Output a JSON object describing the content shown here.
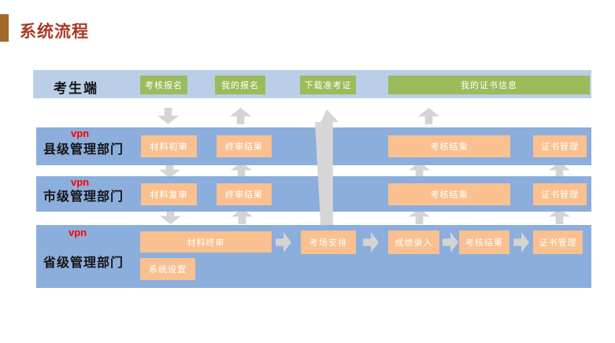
{
  "title": "系统流程",
  "diagram": {
    "rows": [
      {
        "label": "考生端",
        "buttons": [
          "考核报名",
          "我的报名",
          "下载准考证",
          "我的证书信息"
        ]
      },
      {
        "vpn": "vpn",
        "label": "县级管理部门",
        "buttons": [
          "材料初审",
          "终审结果",
          "考核结果",
          "证书管理"
        ]
      },
      {
        "vpn": "vpn",
        "label": "市级管理部门",
        "buttons": [
          "材料复审",
          "终审结果",
          "考核结果",
          "证书管理"
        ]
      },
      {
        "vpn": "vpn",
        "label": "省级管理部门",
        "buttons": [
          "材料终审",
          "系统设置",
          "考场安排",
          "成绩录入",
          "考核结果",
          "证书管理"
        ]
      }
    ],
    "colors": {
      "title_text": "#A83B26",
      "title_accent_bar": "#A4682A",
      "candidate_row_bg": "#BACFE7",
      "dept_row_bg": "#8BAEDC",
      "candidate_button_bg": "#9CBB5B",
      "dept_button_bg": "#FAC08F",
      "button_text": "#FFFFFF",
      "vpn_text": "#FF0000",
      "arrow": "#D4D4D4"
    }
  }
}
